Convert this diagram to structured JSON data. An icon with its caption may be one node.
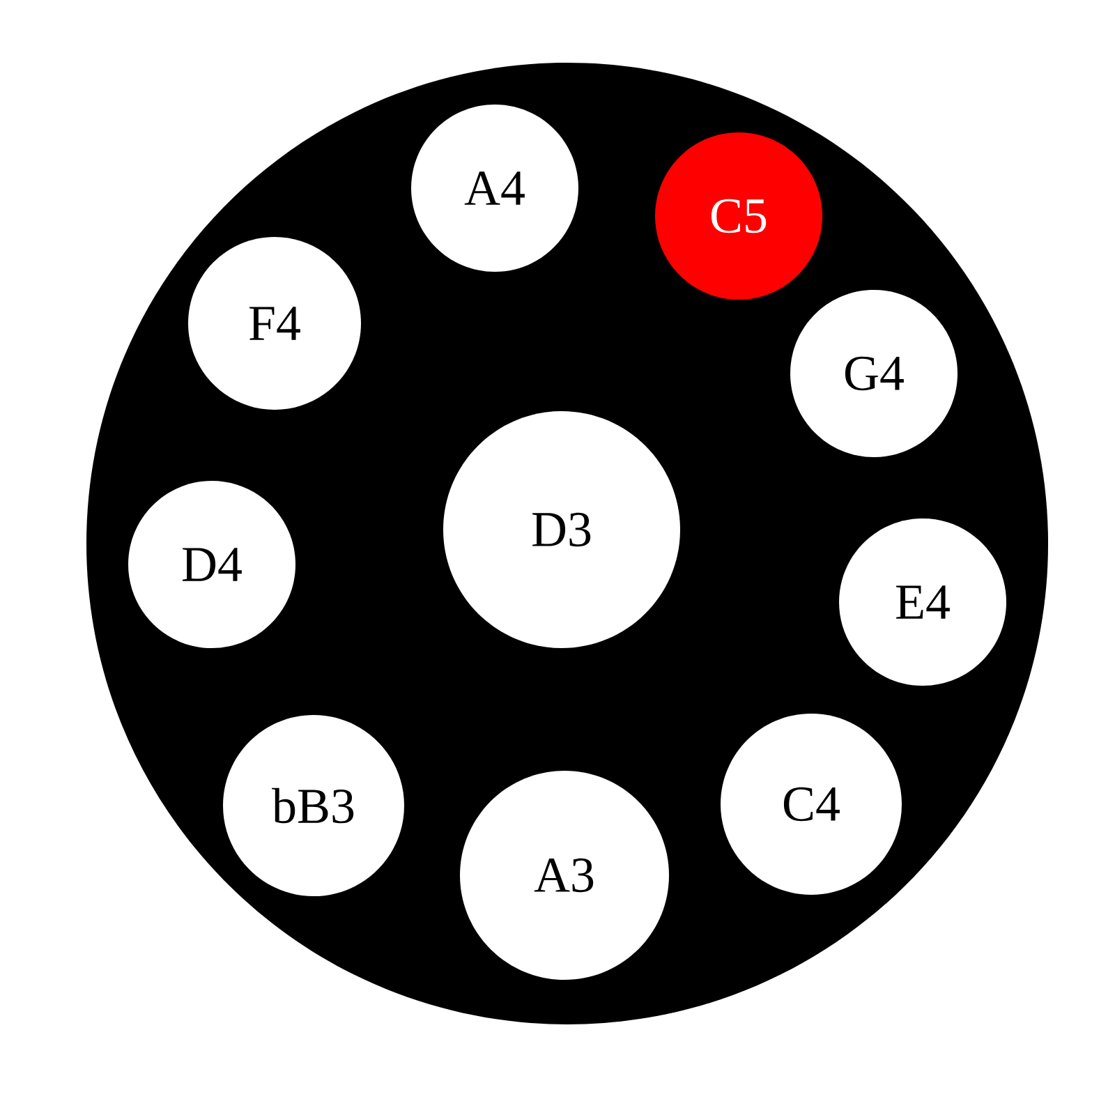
{
  "diagram": {
    "nodes": [
      {
        "text": [],
        "shape": "circle"
      },
      {
        "text": [
          "A4"
        ],
        "in": 0
      },
      {
        "text": [
          "C5"
        ],
        "in": 0
      },
      {
        "text": [
          "F4"
        ],
        "in": 0
      },
      {
        "text": [
          "G4"
        ],
        "in": 0
      },
      {
        "text": [
          "D3"
        ],
        "in": 0
      },
      {
        "text": [
          "D4"
        ],
        "in": 0
      },
      {
        "text": [
          "E4"
        ],
        "in": 0
      },
      {
        "text": [
          "bB3"
        ],
        "in": 0
      },
      {
        "text": [
          "C4"
        ],
        "in": 0
      },
      {
        "text": [
          "A3"
        ],
        "in": 0
      }
    ]
  }
}
